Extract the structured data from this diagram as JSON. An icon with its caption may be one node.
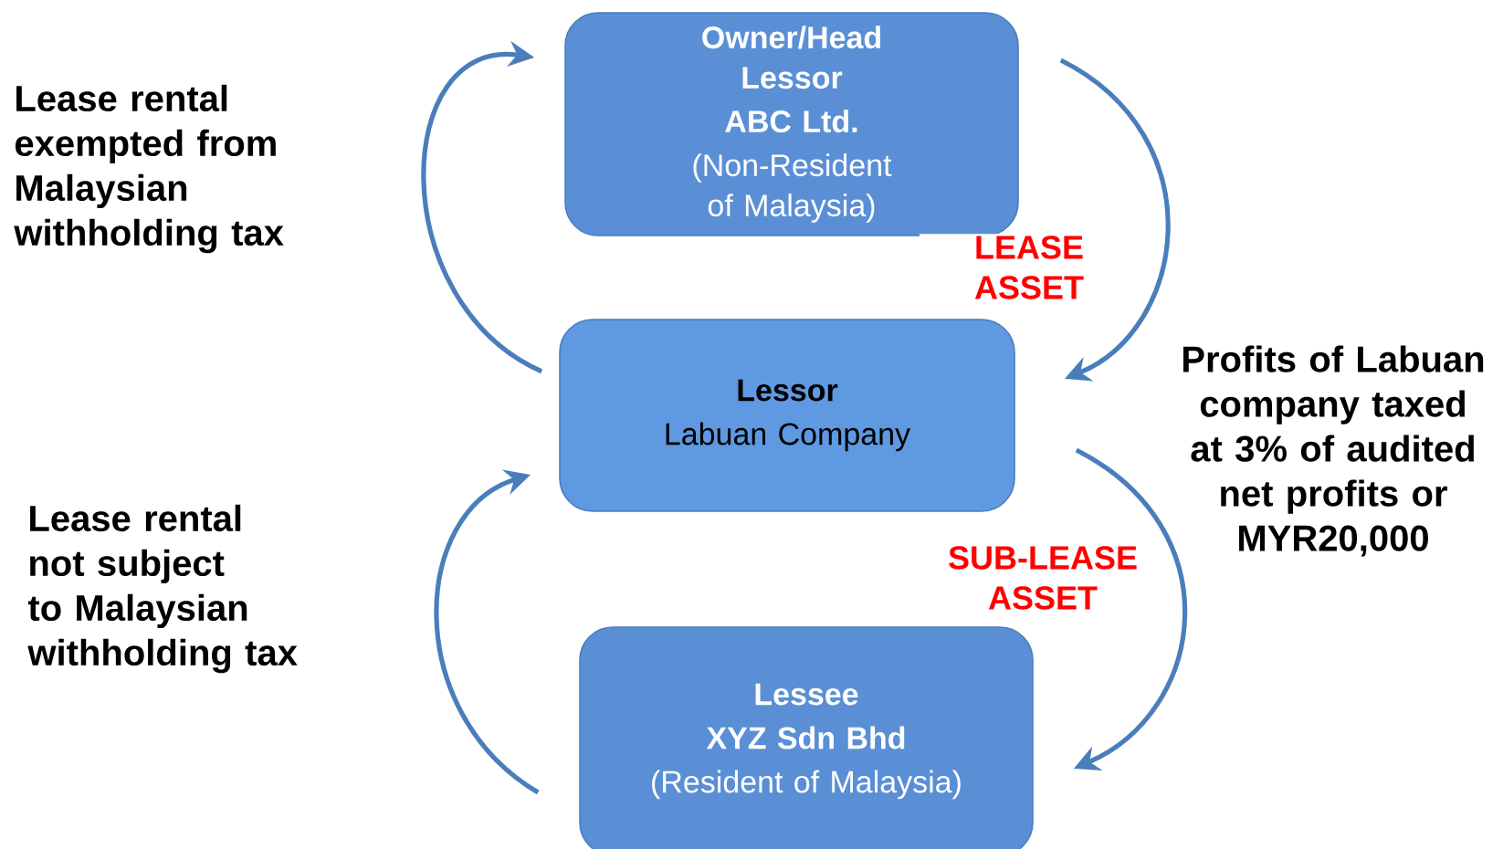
{
  "diagram": {
    "nodes": [
      {
        "text": [
          "Owner/Head Lessor",
          "ABC Ltd.",
          "(Non-Resident of Malaysia)"
        ]
      },
      {
        "text": [
          "Lessor",
          "Labuan Company"
        ]
      },
      {
        "text": [
          "Lessee",
          "XYZ Sdn Bhd",
          "(Resident of Malaysia)"
        ]
      }
    ],
    "edges": [
      {
        "from": 1,
        "to": 0,
        "arrow": "to"
      },
      {
        "from": 0,
        "to": 1,
        "arrow": "to",
        "label": "LEASE ASSET"
      },
      {
        "from": 1,
        "to": 2,
        "arrow": "to",
        "label": "SUB-LEASE ASSET"
      },
      {
        "from": 2,
        "to": 1,
        "arrow": "to"
      }
    ],
    "labels": [
      "Lease rental exempted from Malaysian withholding tax",
      "Profits of Labuan company taxed at 3% of audited net profits or MYR20,000",
      "Lease rental not subject to Malaysian withholding tax"
    ]
  }
}
